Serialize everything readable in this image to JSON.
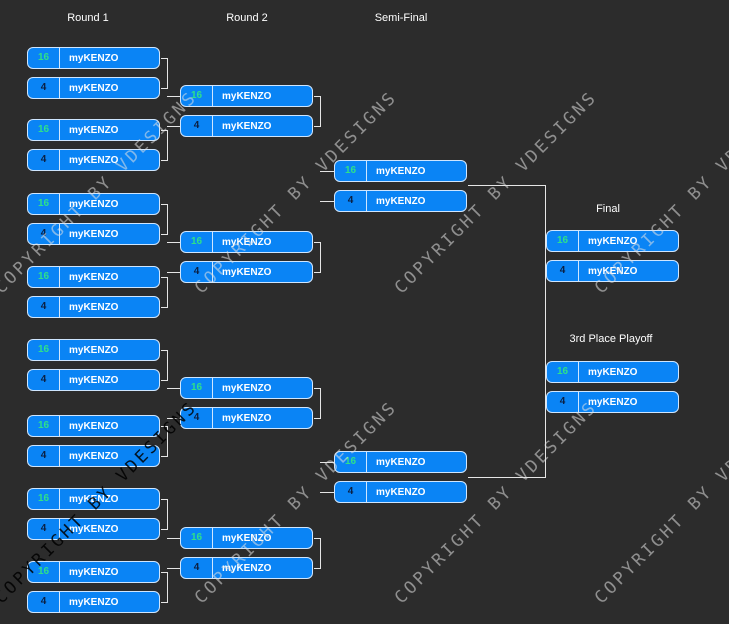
{
  "headers": {
    "round1": "Round 1",
    "round2": "Round 2",
    "semi": "Semi-Final",
    "final": "Final",
    "third": "3rd Place Playoff"
  },
  "team_name": "myKENZO",
  "seed_high": "16",
  "seed_low": "4",
  "watermark": "COPYRIGHT BY VDESIGNS",
  "colors": {
    "background": "#2c2c2c",
    "box": "#0a84f5",
    "seed_high": "#2ee08a",
    "seed_low": "#0b1e40"
  },
  "rounds": {
    "round1": {
      "matches": 8
    },
    "round2": {
      "matches": 4
    },
    "semi": {
      "matches": 2
    },
    "final": {
      "matches": 1
    },
    "third": {
      "matches": 1
    }
  }
}
